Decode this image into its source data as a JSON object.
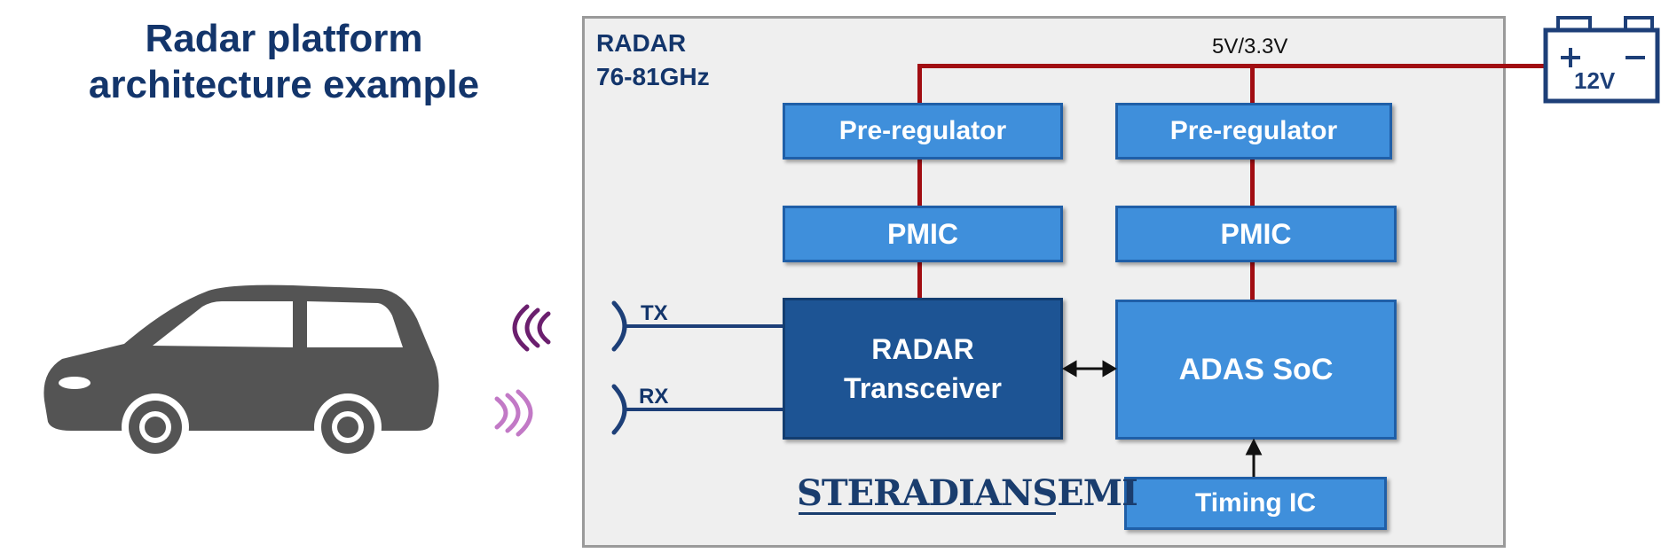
{
  "title": {
    "line1": "Radar platform",
    "line2": "architecture example"
  },
  "radar_box": {
    "line1": "RADAR",
    "line2": "76-81GHz"
  },
  "supply": {
    "voltage": "5V/3.3V",
    "battery": "12V"
  },
  "blocks": {
    "preregulator_left": "Pre-regulator",
    "preregulator_right": "Pre-regulator",
    "pmic_left": "PMIC",
    "pmic_right": "PMIC",
    "radar_transceiver_line1": "RADAR",
    "radar_transceiver_line2": "Transceiver",
    "adas_soc": "ADAS SoC",
    "timing_ic": "Timing IC"
  },
  "ports": {
    "tx": "TX",
    "rx": "RX"
  },
  "logo": "STERADIANSEMI",
  "icons": [
    "car-icon",
    "wave-out-icon",
    "wave-in-icon",
    "battery-icon",
    "antenna-tx-icon",
    "antenna-rx-icon"
  ],
  "colors": {
    "title": "#13356b",
    "block": "#3f8fdb",
    "block_dark": "#1d5494",
    "power_wire": "#a10d12",
    "signal_wire": "#1d3f78",
    "car": "#545454"
  }
}
